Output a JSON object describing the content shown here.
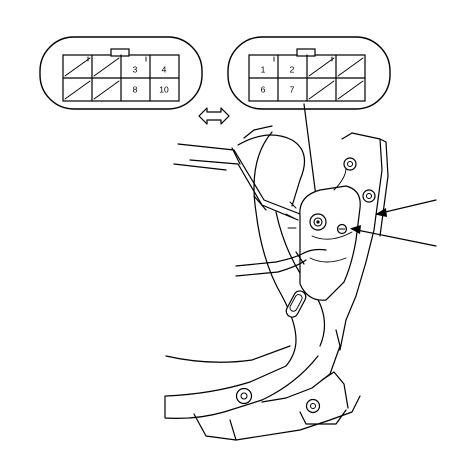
{
  "connector_left": {
    "top_row": [
      "",
      "",
      "3",
      "4"
    ],
    "bottom_row": [
      "",
      "",
      "8",
      "10"
    ]
  },
  "connector_right": {
    "top_row": [
      "1",
      "2",
      "",
      ""
    ],
    "bottom_row": [
      "6",
      "7",
      "",
      ""
    ]
  },
  "icons": {
    "swap": "double-headed-arrow-icon"
  }
}
